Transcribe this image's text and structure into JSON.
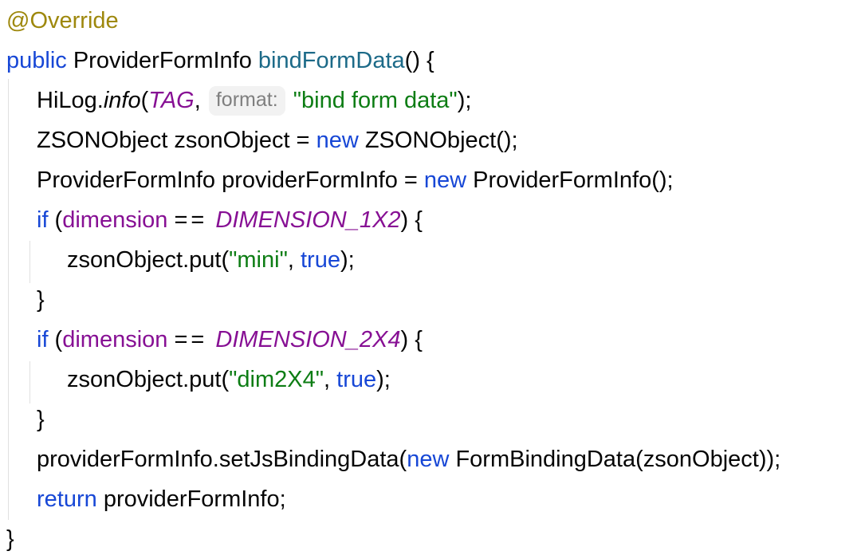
{
  "colors": {
    "background": "#FFFFFF",
    "annotation": "#9E880D",
    "keyword": "#1747D6",
    "method_decl": "#1C6A88",
    "field": "#871094",
    "string": "#0D7D14",
    "plain": "#050505",
    "hint_text": "#7F7F7F",
    "hint_bg": "#F2F2F2",
    "indent_guide": "#E0E0E0"
  },
  "code": {
    "language": "java",
    "parameter_hint_label": "format:",
    "lines": [
      {
        "indent": 0,
        "tokens": [
          {
            "s": "annotation",
            "t": "@Override"
          }
        ]
      },
      {
        "indent": 0,
        "tokens": [
          {
            "s": "keyword",
            "t": "public"
          },
          {
            "s": "plain",
            "t": " ProviderFormInfo "
          },
          {
            "s": "method",
            "t": "bindFormData"
          },
          {
            "s": "plain",
            "t": "() {"
          }
        ]
      },
      {
        "indent": 1,
        "tokens": [
          {
            "s": "plain",
            "t": "HiLog."
          },
          {
            "s": "plain_i",
            "t": "info"
          },
          {
            "s": "plain",
            "t": "("
          },
          {
            "s": "field_i",
            "t": "TAG"
          },
          {
            "s": "plain",
            "t": ", "
          },
          {
            "s": "hint",
            "t": "format:"
          },
          {
            "s": "plain",
            "t": " "
          },
          {
            "s": "string",
            "t": "\"bind form data\""
          },
          {
            "s": "plain",
            "t": ");"
          }
        ]
      },
      {
        "indent": 1,
        "tokens": [
          {
            "s": "plain",
            "t": "ZSONObject zsonObject = "
          },
          {
            "s": "keyword",
            "t": "new"
          },
          {
            "s": "plain",
            "t": " ZSONObject();"
          }
        ]
      },
      {
        "indent": 1,
        "tokens": [
          {
            "s": "plain",
            "t": "ProviderFormInfo providerFormInfo = "
          },
          {
            "s": "keyword",
            "t": "new"
          },
          {
            "s": "plain",
            "t": " ProviderFormInfo();"
          }
        ]
      },
      {
        "indent": 1,
        "tokens": [
          {
            "s": "keyword",
            "t": "if"
          },
          {
            "s": "plain",
            "t": " ("
          },
          {
            "s": "field",
            "t": "dimension"
          },
          {
            "s": "plain",
            "t": " "
          },
          {
            "s": "op",
            "t": "=="
          },
          {
            "s": "plain",
            "t": " "
          },
          {
            "s": "const_i",
            "t": "DIMENSION_1X2"
          },
          {
            "s": "plain",
            "t": ") {"
          }
        ]
      },
      {
        "indent": 2,
        "tokens": [
          {
            "s": "plain",
            "t": "zsonObject.put("
          },
          {
            "s": "string",
            "t": "\"mini\""
          },
          {
            "s": "plain",
            "t": ", "
          },
          {
            "s": "keyword",
            "t": "true"
          },
          {
            "s": "plain",
            "t": ");"
          }
        ]
      },
      {
        "indent": 1,
        "tokens": [
          {
            "s": "plain",
            "t": "}"
          }
        ]
      },
      {
        "indent": 1,
        "tokens": [
          {
            "s": "keyword",
            "t": "if"
          },
          {
            "s": "plain",
            "t": " ("
          },
          {
            "s": "field",
            "t": "dimension"
          },
          {
            "s": "plain",
            "t": " "
          },
          {
            "s": "op",
            "t": "=="
          },
          {
            "s": "plain",
            "t": " "
          },
          {
            "s": "const_i",
            "t": "DIMENSION_2X4"
          },
          {
            "s": "plain",
            "t": ") {"
          }
        ]
      },
      {
        "indent": 2,
        "tokens": [
          {
            "s": "plain",
            "t": "zsonObject.put("
          },
          {
            "s": "string",
            "t": "\"dim2X4\""
          },
          {
            "s": "plain",
            "t": ", "
          },
          {
            "s": "keyword",
            "t": "true"
          },
          {
            "s": "plain",
            "t": ");"
          }
        ]
      },
      {
        "indent": 1,
        "tokens": [
          {
            "s": "plain",
            "t": "}"
          }
        ]
      },
      {
        "indent": 1,
        "tokens": [
          {
            "s": "plain",
            "t": "providerFormInfo.setJsBindingData("
          },
          {
            "s": "keyword",
            "t": "new"
          },
          {
            "s": "plain",
            "t": " FormBindingData(zsonObject));"
          }
        ]
      },
      {
        "indent": 1,
        "tokens": [
          {
            "s": "keyword",
            "t": "return"
          },
          {
            "s": "plain",
            "t": " providerFormInfo;"
          }
        ]
      },
      {
        "indent": 0,
        "tokens": [
          {
            "s": "plain",
            "t": "}"
          }
        ]
      }
    ]
  }
}
